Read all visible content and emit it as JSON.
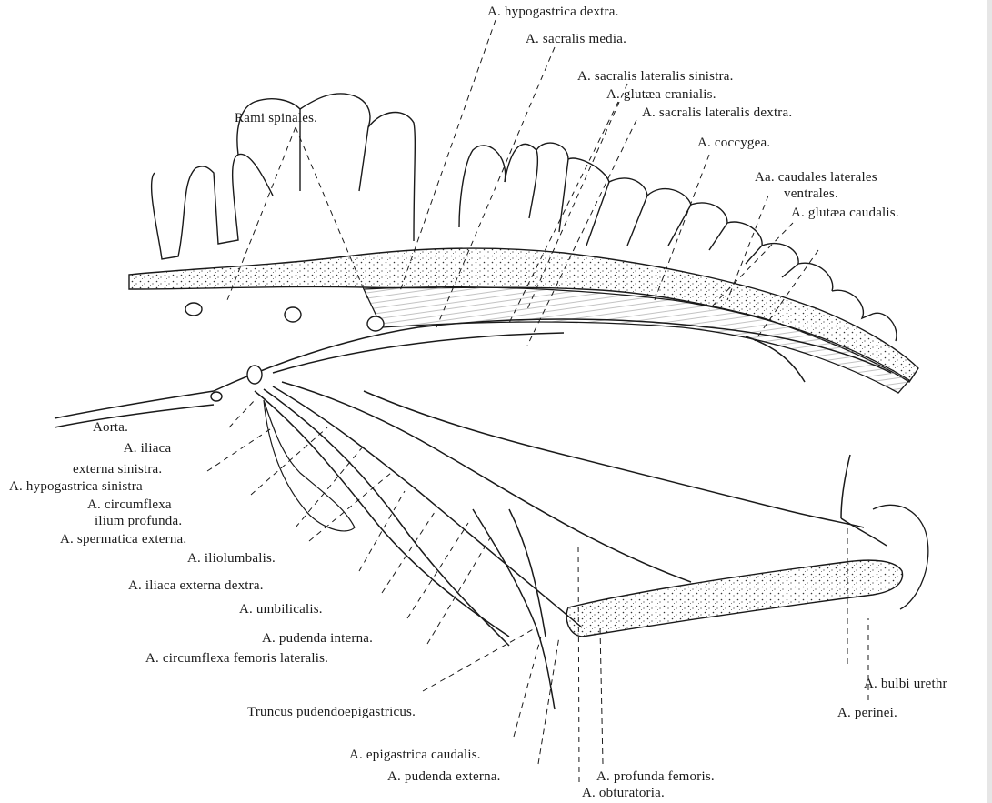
{
  "figure": {
    "labels": {
      "hypogastrica_dextra": "A. hypogastrica dextra.",
      "sacralis_media": "A. sacralis media.",
      "sacralis_lateralis_sinistra": "A. sacralis lateralis sinistra.",
      "glutaea_cranialis": "A. glutæa cranialis.",
      "sacralis_lateralis_dextra": "A. sacralis lateralis dextra.",
      "rami_spinales": "Rami spinales.",
      "coccygea": "A. coccygea.",
      "caudales_laterales_1": "Aa. caudales laterales",
      "caudales_laterales_2": "ventrales.",
      "glutaea_caudalis": "A. glutæa caudalis.",
      "aorta": "Aorta.",
      "iliaca_externa_sinistra_1": "A. iliaca",
      "iliaca_externa_sinistra_2": "externa sinistra.",
      "hypogastrica_sinistra": "A. hypogastrica sinistra",
      "circumflexa_ilium_1": "A. circumflexa",
      "circumflexa_ilium_2": "ilium profunda.",
      "spermatica_externa": "A. spermatica externa.",
      "iliolumbalis": "A. iliolumbalis.",
      "iliaca_externa_dextra": "A. iliaca externa dextra.",
      "umbilicalis": "A. umbilicalis.",
      "pudenda_interna": "A. pudenda interna.",
      "circumflexa_femoris_lateralis": "A. circumflexa femoris lateralis.",
      "truncus_pudendoepigastricus": "Truncus pudendoepigastricus.",
      "epigastrica_caudalis": "A. epigastrica caudalis.",
      "pudenda_externa": "A. pudenda externa.",
      "profunda_femoris": "A. profunda femoris.",
      "obturatoria": "A. obturatoria.",
      "bulbi_urethrae": "A. bulbi urethr",
      "perinei": "A. perinei."
    }
  }
}
